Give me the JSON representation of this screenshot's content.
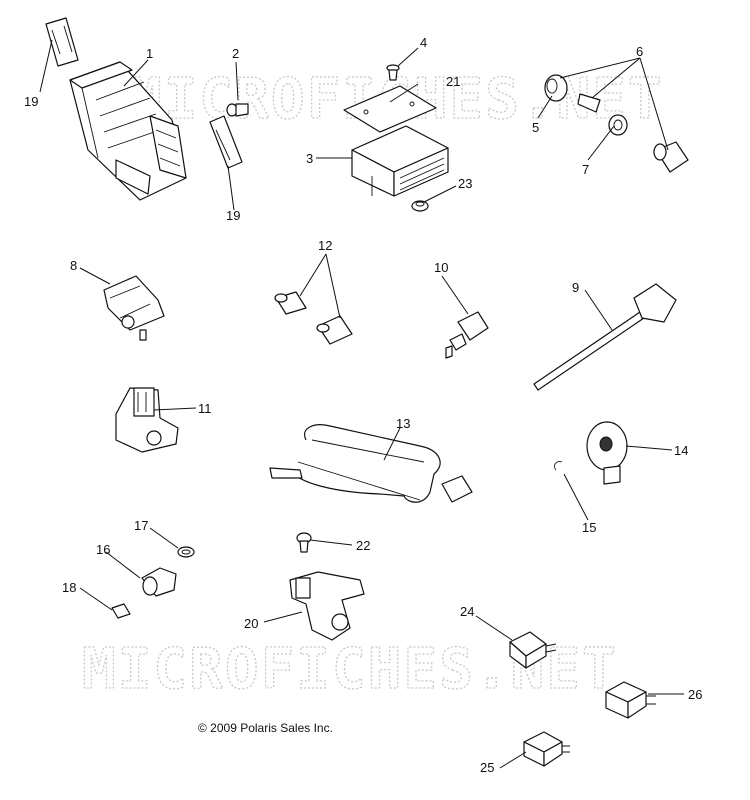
{
  "watermark": "MICROFICHES.NET",
  "copyright": "© 2009 Polaris Sales Inc.",
  "callouts": [
    "1",
    "2",
    "3",
    "4",
    "5",
    "6",
    "7",
    "8",
    "9",
    "10",
    "11",
    "12",
    "13",
    "14",
    "15",
    "16",
    "17",
    "18",
    "19",
    "19",
    "20",
    "21",
    "22",
    "23",
    "24",
    "25",
    "26"
  ]
}
